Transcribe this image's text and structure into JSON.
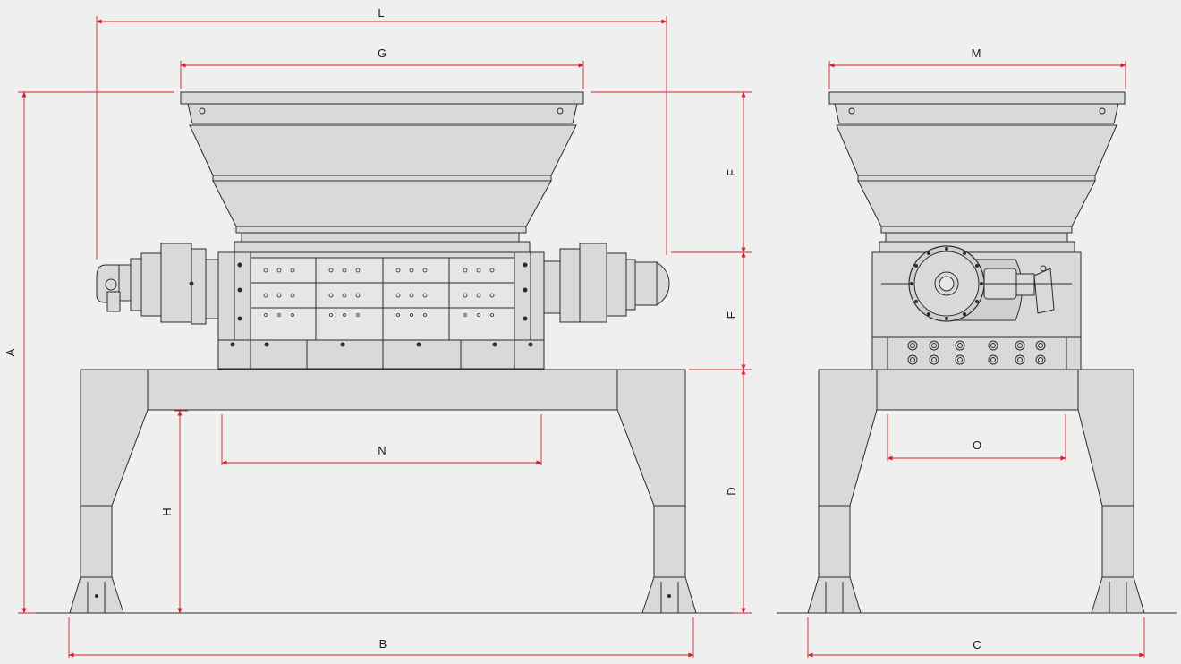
{
  "colors": {
    "background": "#efefef",
    "dimension_line": "#d4202c",
    "machine_fill": "#d9d9d9",
    "machine_outline": "#2b2b2b"
  },
  "labels": {
    "A": "A",
    "B": "B",
    "C": "C",
    "D": "D",
    "E": "E",
    "F": "F",
    "G": "G",
    "H": "H",
    "L": "L",
    "M": "M",
    "N": "N",
    "O": "O"
  },
  "views": [
    "side-elevation",
    "end-elevation"
  ]
}
